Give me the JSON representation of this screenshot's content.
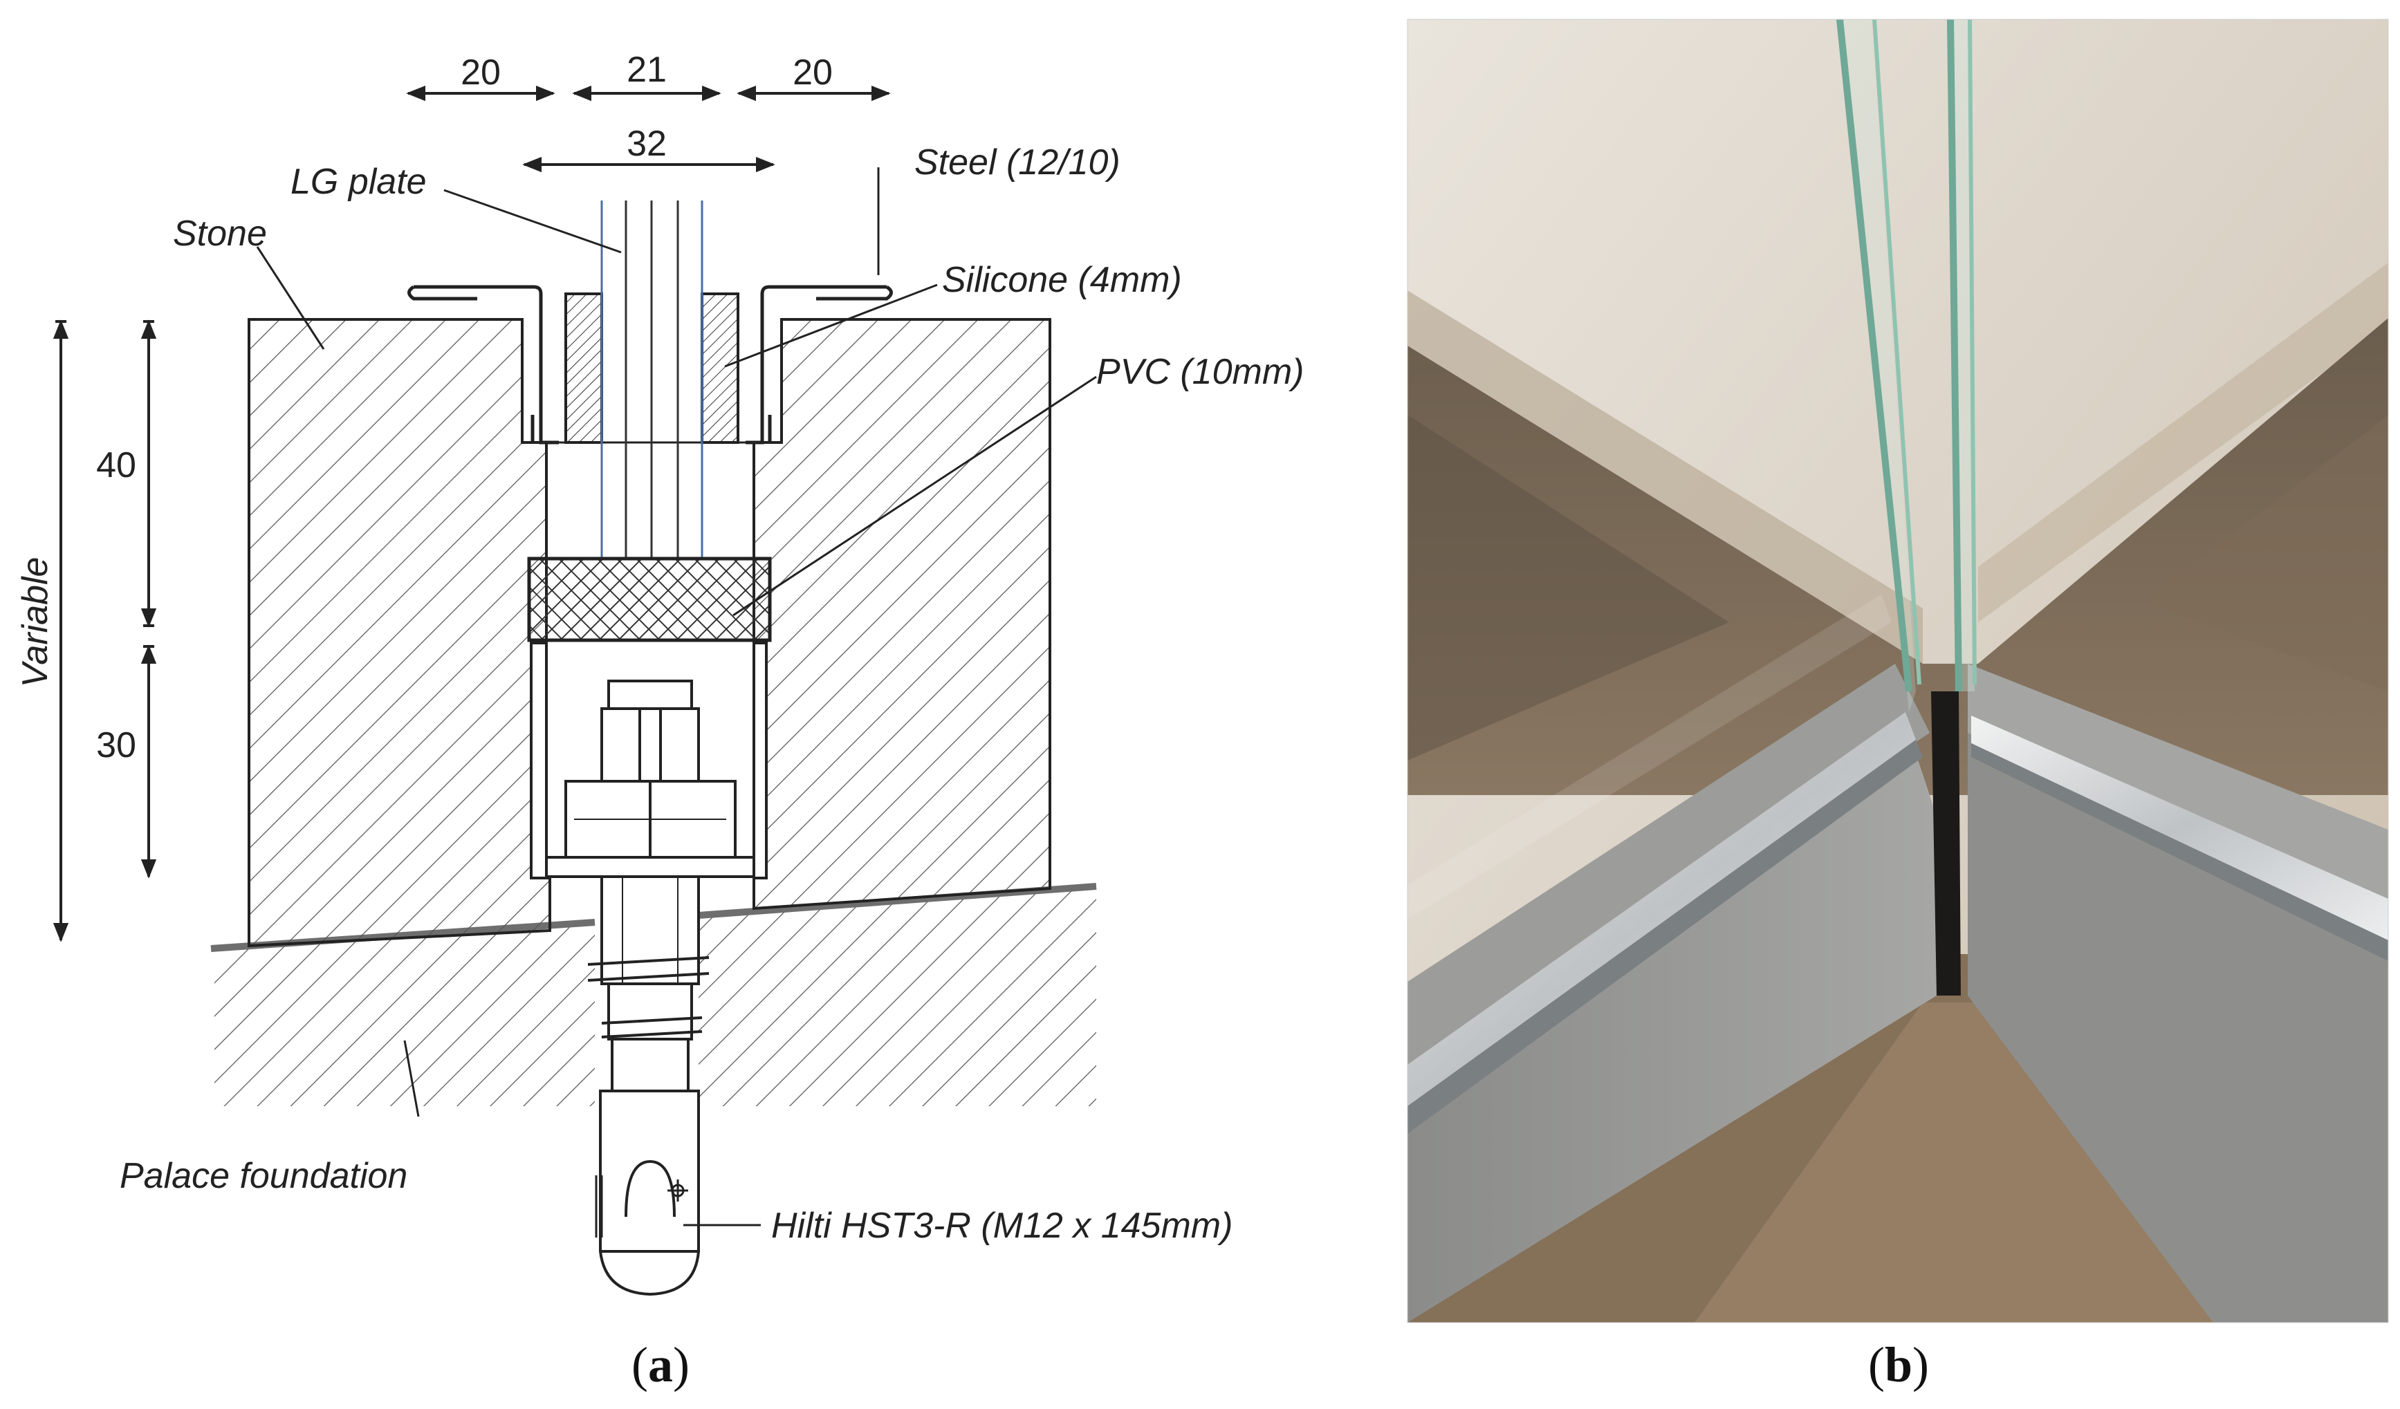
{
  "panel_a": {
    "caption": {
      "open": "(",
      "letter": "a",
      "close": ")"
    },
    "dimensions": {
      "top_left": "20",
      "top_middle": "21",
      "top_right": "20",
      "gap": "32",
      "depth_upper": "40",
      "depth_lower": "30",
      "variable": "Variable"
    },
    "labels": {
      "lg_plate": "LG plate",
      "stone": "Stone",
      "steel": "Steel (12/10)",
      "silicone": "Silicone (4mm)",
      "pvc": "PVC (10mm)",
      "foundation": "Palace foundation",
      "anchor": "Hilti HST3-R (M12 x 145mm)"
    }
  },
  "panel_b": {
    "caption": {
      "open": "(",
      "letter": "b",
      "close": ")"
    }
  }
}
